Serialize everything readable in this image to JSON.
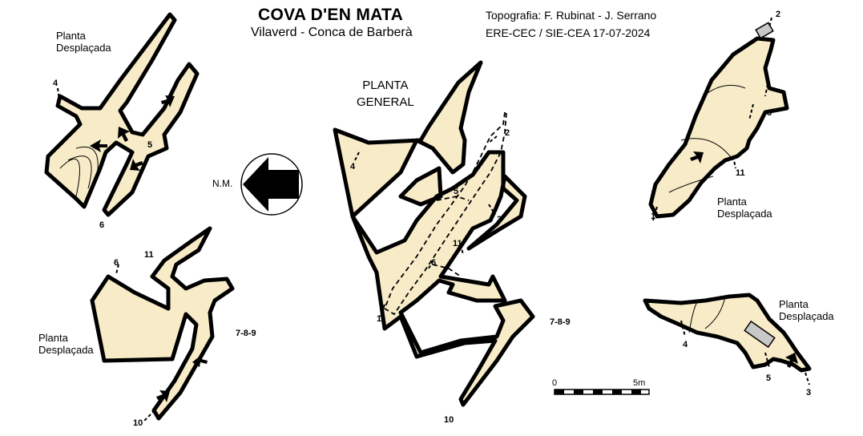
{
  "header": {
    "title": "COVA D'EN MATA",
    "subtitle": "Vilaverd - Conca de Barberà",
    "credits_line1": "Topografia: F. Rubinat - J. Serrano",
    "credits_line2": "ERE-CEC / SIE-CEA   17-07-2024"
  },
  "labels": {
    "planta_desplacada_a": "Planta",
    "planta_desplacada_b": "Desplaçada",
    "planta_general_a": "PLANTA",
    "planta_general_b": "GENERAL",
    "north": "N.M."
  },
  "stations": {
    "s1": "1",
    "s2": "2",
    "s3": "3",
    "s4": "4",
    "s5": "5",
    "s6": "6",
    "s10": "10",
    "s11": "11",
    "s789": "7-8-9"
  },
  "scale": {
    "start": "0",
    "end": "5m"
  },
  "colors": {
    "cave_fill": "#f7ebc8",
    "outline": "#000000",
    "block": "#c8c8c8"
  }
}
